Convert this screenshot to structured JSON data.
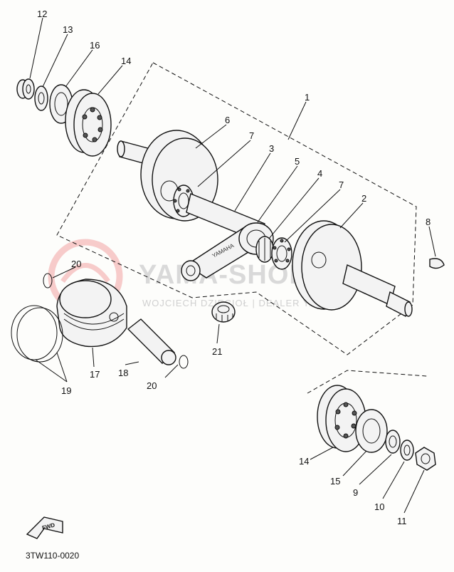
{
  "diagram": {
    "code": "3TW110-0020",
    "watermark": {
      "main": "YAMA-SHOP.PL",
      "sub": "WOJCIECH DZIĘCIOŁ | DEALER YAMAHA",
      "color": "#d9d9d9",
      "logo_color": "#f3b5b5"
    },
    "fwd_label": "FWD",
    "rod_brand": "YAMAHA",
    "labels": {
      "p12": "12",
      "p13": "13",
      "p16": "16",
      "p14a": "14",
      "p1": "1",
      "p6": "6",
      "p7a": "7",
      "p3": "3",
      "p5": "5",
      "p4": "4",
      "p7b": "7",
      "p2": "2",
      "p8": "8",
      "p20a": "20",
      "p21": "21",
      "p17": "17",
      "p18": "18",
      "p20b": "20",
      "p19": "19",
      "p14b": "14",
      "p15": "15",
      "p9": "9",
      "p10": "10",
      "p11": "11"
    }
  }
}
